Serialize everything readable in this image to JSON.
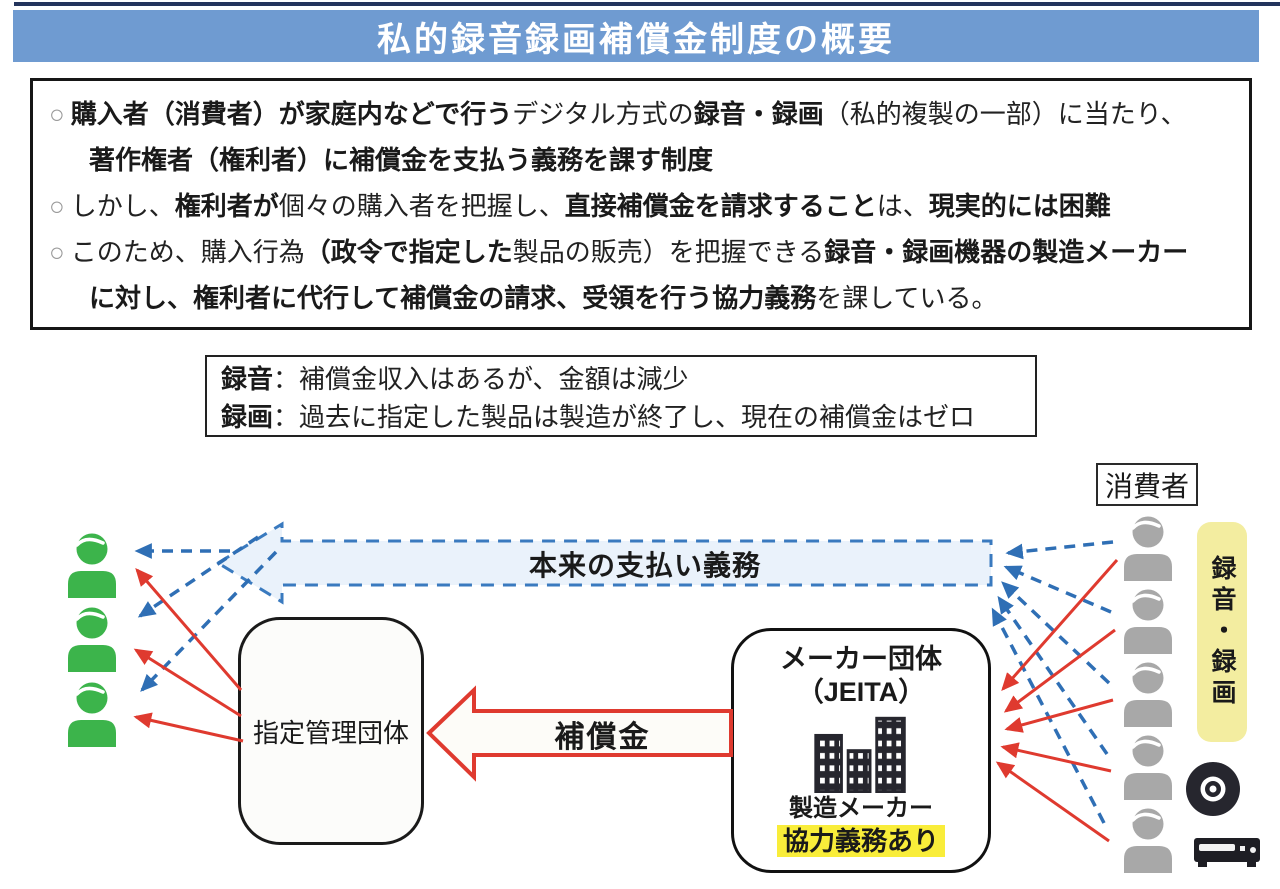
{
  "page": {
    "title": "私的録音録画補償金制度の概要"
  },
  "overview_box": {
    "bullet_char": "○",
    "line1a": "購入者（消費者）が家庭内などで行う",
    "line1b": "デジタル方式の",
    "line1c": "録音・録画",
    "line1d": "（私的複製の一部）に当たり、",
    "line2a": "著作権者（権利者）に補償金を支払う義務を課す制度",
    "line3a": "しかし、",
    "line3b": "権利者が",
    "line3c": "個々の購入者を把握し、",
    "line3d": "直接補償金を請求すること",
    "line3e": "は、",
    "line3f": "現実的には困難",
    "line4a": "このため、購入行為",
    "line4b": "（政令で指定した",
    "line4c": "製品の販売）を把握できる",
    "line4d": "録音・録画機器の製造メーカー",
    "line5a": "に対し、権利者に代行して補償金の請求、受領を行う協力義務",
    "line5b": "を課している。"
  },
  "note_box": {
    "row1_label": "録音",
    "row1_text": "：補償金収入はあるが、金額は減少",
    "row2_label": "録画",
    "row2_text": "：過去に指定した製品は製造が終了し、現在の補償金はゼロ"
  },
  "diagram": {
    "consumers_label": "消費者",
    "recording_media_label": "録音・録画",
    "obligation_arrow_label": "本来の支払い義務",
    "compensation_arrow_label": "補償金",
    "management_org_label": "指定管理団体",
    "maker_org_line1": "メーカー団体",
    "maker_org_line2": "（JEITA）",
    "maker_caption": "製造メーカー",
    "maker_highlight": "協力義務あり",
    "counts": {
      "rights_holders": 3,
      "consumers": 5
    }
  },
  "colors": {
    "title_bar_blue": "#6f9bd1",
    "big_arrow_fill": "#eaf2fb",
    "big_arrow_border": "#3a7abf",
    "dashed_arrow_blue": "#2f6fb5",
    "red_arrow": "#df3a2f",
    "rights_holder_green": "#3cb44b",
    "consumer_gray": "#a8a8a8",
    "recording_badge_yellow": "#f3eda0",
    "highlight_yellow": "#f9ed3a",
    "device_icon_dark": "#26262e"
  }
}
